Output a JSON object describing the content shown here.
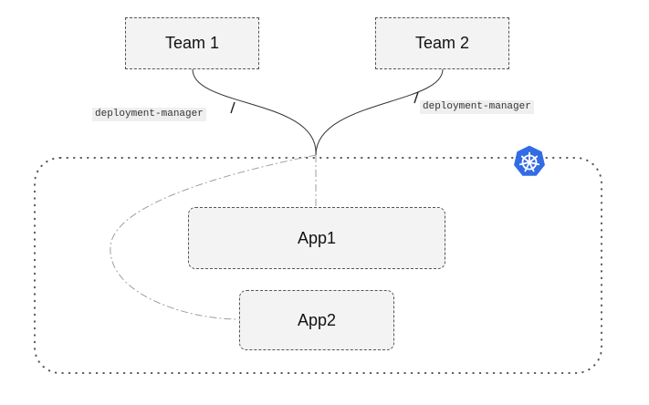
{
  "teams": [
    {
      "label": "Team 1"
    },
    {
      "label": "Team 2"
    }
  ],
  "apps": [
    {
      "label": "App1"
    },
    {
      "label": "App2"
    }
  ],
  "connections": {
    "left_label": "deployment-manager",
    "right_label": "deployment-manager"
  },
  "cluster": {
    "icon": "kubernetes-icon",
    "icon_color": "#326ce5"
  }
}
